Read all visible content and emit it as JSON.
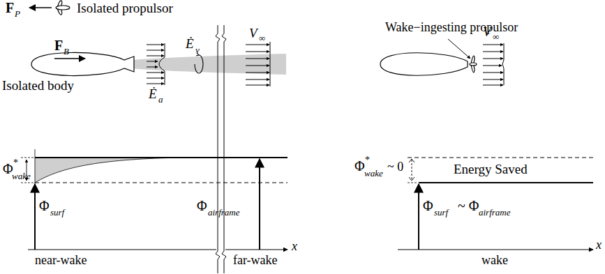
{
  "diagram": {
    "labels": [
      "F",
      "P",
      "Isolated propulsor",
      "F",
      "B",
      "Isolated body",
      "Ė",
      "a",
      "Ė",
      "v",
      "V",
      "∞",
      "Φ",
      "*",
      "wake",
      "Φ",
      "surf",
      "Φ",
      "airframe",
      "near-wake",
      "far-wake",
      "x",
      "Wake−ingesting propulsor",
      "V",
      "∞",
      "Φ",
      "*",
      "wake",
      "~ 0",
      "Energy Saved",
      "Φ",
      "surf",
      "~ Φ",
      "airframe",
      "wake",
      "x"
    ]
  }
}
